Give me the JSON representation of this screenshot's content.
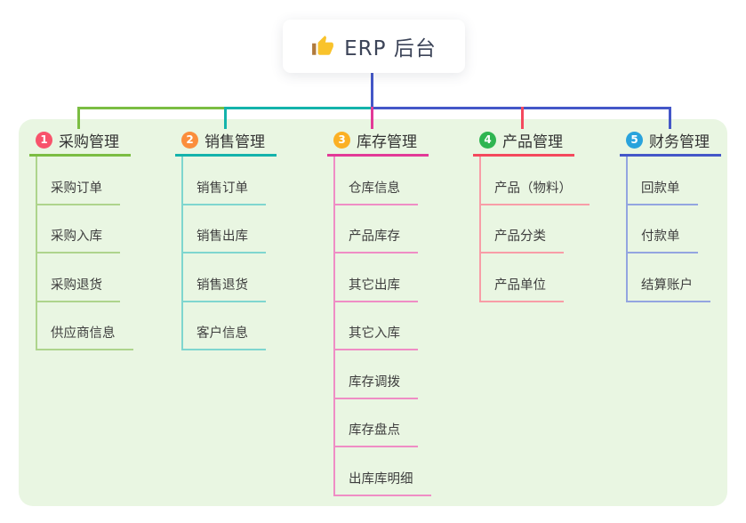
{
  "root": {
    "label": "ERP 后台",
    "icon": "thumbs-up-icon"
  },
  "colors": {
    "canvas_background": "#e9f6e2",
    "root_stem": "#4457c8",
    "root_text": "#3c4458",
    "thumb_icon": "#f9c32c",
    "thumb_cuff": "#b07a3d"
  },
  "branches": [
    {
      "index": "1",
      "label": "采购管理",
      "badge_color": "#f8536b",
      "line_color": "#7bbd42",
      "light_color": "#aed48c",
      "children": [
        "采购订单",
        "采购入库",
        "采购退货",
        "供应商信息"
      ]
    },
    {
      "index": "2",
      "label": "销售管理",
      "badge_color": "#fb8e3c",
      "line_color": "#14b3ab",
      "light_color": "#7fd6cf",
      "children": [
        "销售订单",
        "销售出库",
        "销售退货",
        "客户信息"
      ]
    },
    {
      "index": "3",
      "label": "库存管理",
      "badge_color": "#fbb024",
      "line_color": "#e23a97",
      "light_color": "#ef8dc5",
      "children": [
        "仓库信息",
        "产品库存",
        "其它出库",
        "其它入库",
        "库存调拨",
        "库存盘点",
        "出库库明细"
      ]
    },
    {
      "index": "4",
      "label": "产品管理",
      "badge_color": "#2fb551",
      "line_color": "#f4495d",
      "light_color": "#f89da7",
      "children": [
        "产品（物料）",
        "产品分类",
        "产品单位"
      ]
    },
    {
      "index": "5",
      "label": "财务管理",
      "badge_color": "#29a3dc",
      "line_color": "#4457c8",
      "light_color": "#93a5e0",
      "children": [
        "回款单",
        "付款单",
        "结算账户"
      ]
    }
  ]
}
